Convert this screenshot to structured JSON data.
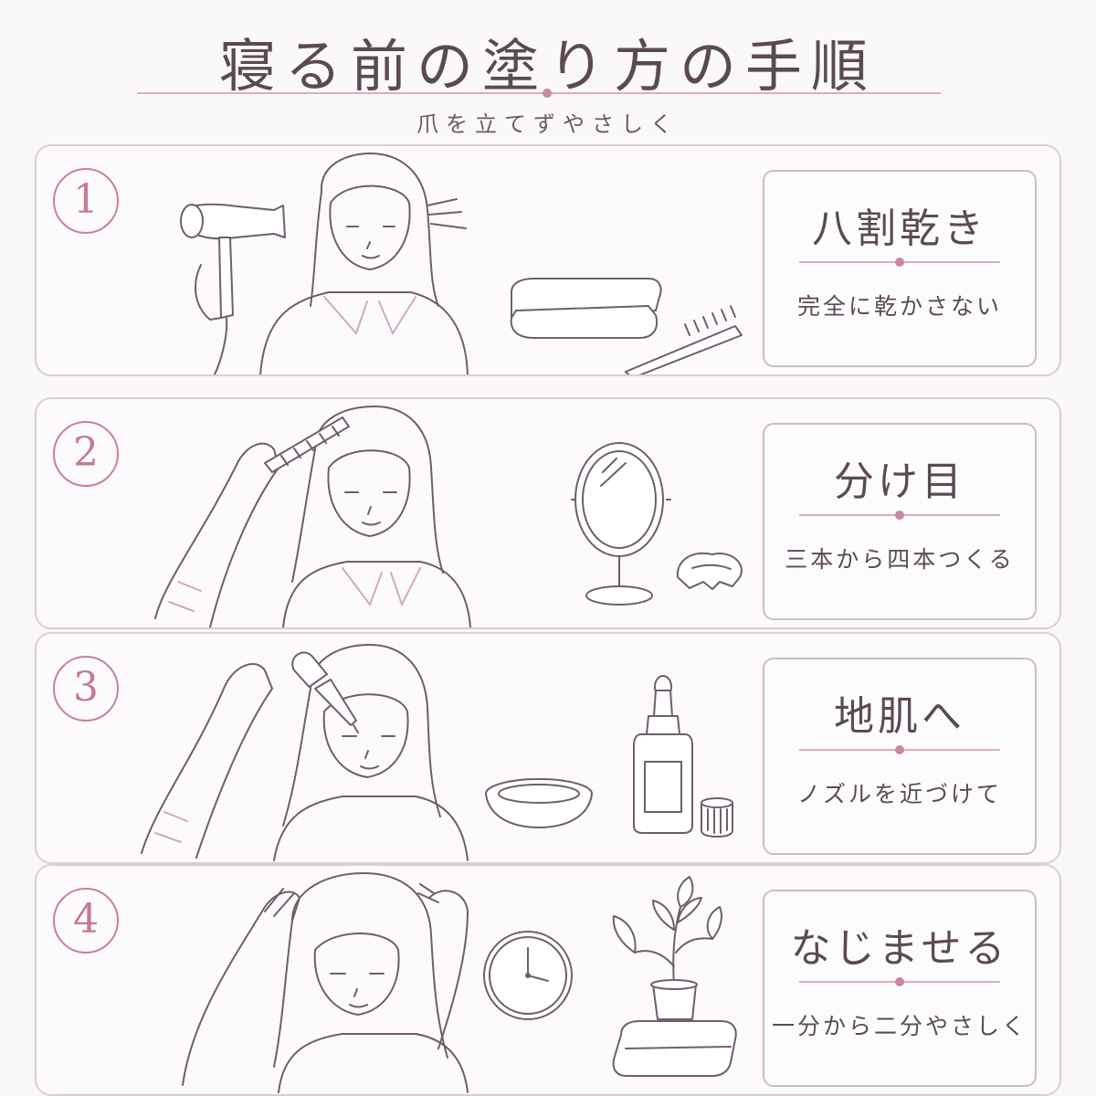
{
  "header": {
    "title": "寝る前の塗り方の手順",
    "subtitle": "爪を立てずやさしく"
  },
  "colors": {
    "accent": "#c98196",
    "rule": "#d8aebb",
    "text": "#5b4b4f",
    "border": "#d9cfd1"
  },
  "steps": [
    {
      "number": "1",
      "title": "八割乾き",
      "subtitle": "完全に乾かさない",
      "icons": [
        "hair-dryer-icon",
        "towel-icon",
        "comb-icon"
      ]
    },
    {
      "number": "2",
      "title": "分け目",
      "subtitle": "三本から四本つくる",
      "icons": [
        "comb-icon",
        "mirror-icon",
        "hair-clip-icon"
      ]
    },
    {
      "number": "3",
      "title": "地肌へ",
      "subtitle": "ノズルを近づけて",
      "icons": [
        "dropper-icon",
        "dish-icon",
        "dropper-bottle-icon",
        "bottle-cap-icon"
      ]
    },
    {
      "number": "4",
      "title": "なじませる",
      "subtitle": "一分から二分やさしく",
      "icons": [
        "clock-icon",
        "plant-icon",
        "towel-icon"
      ]
    }
  ]
}
